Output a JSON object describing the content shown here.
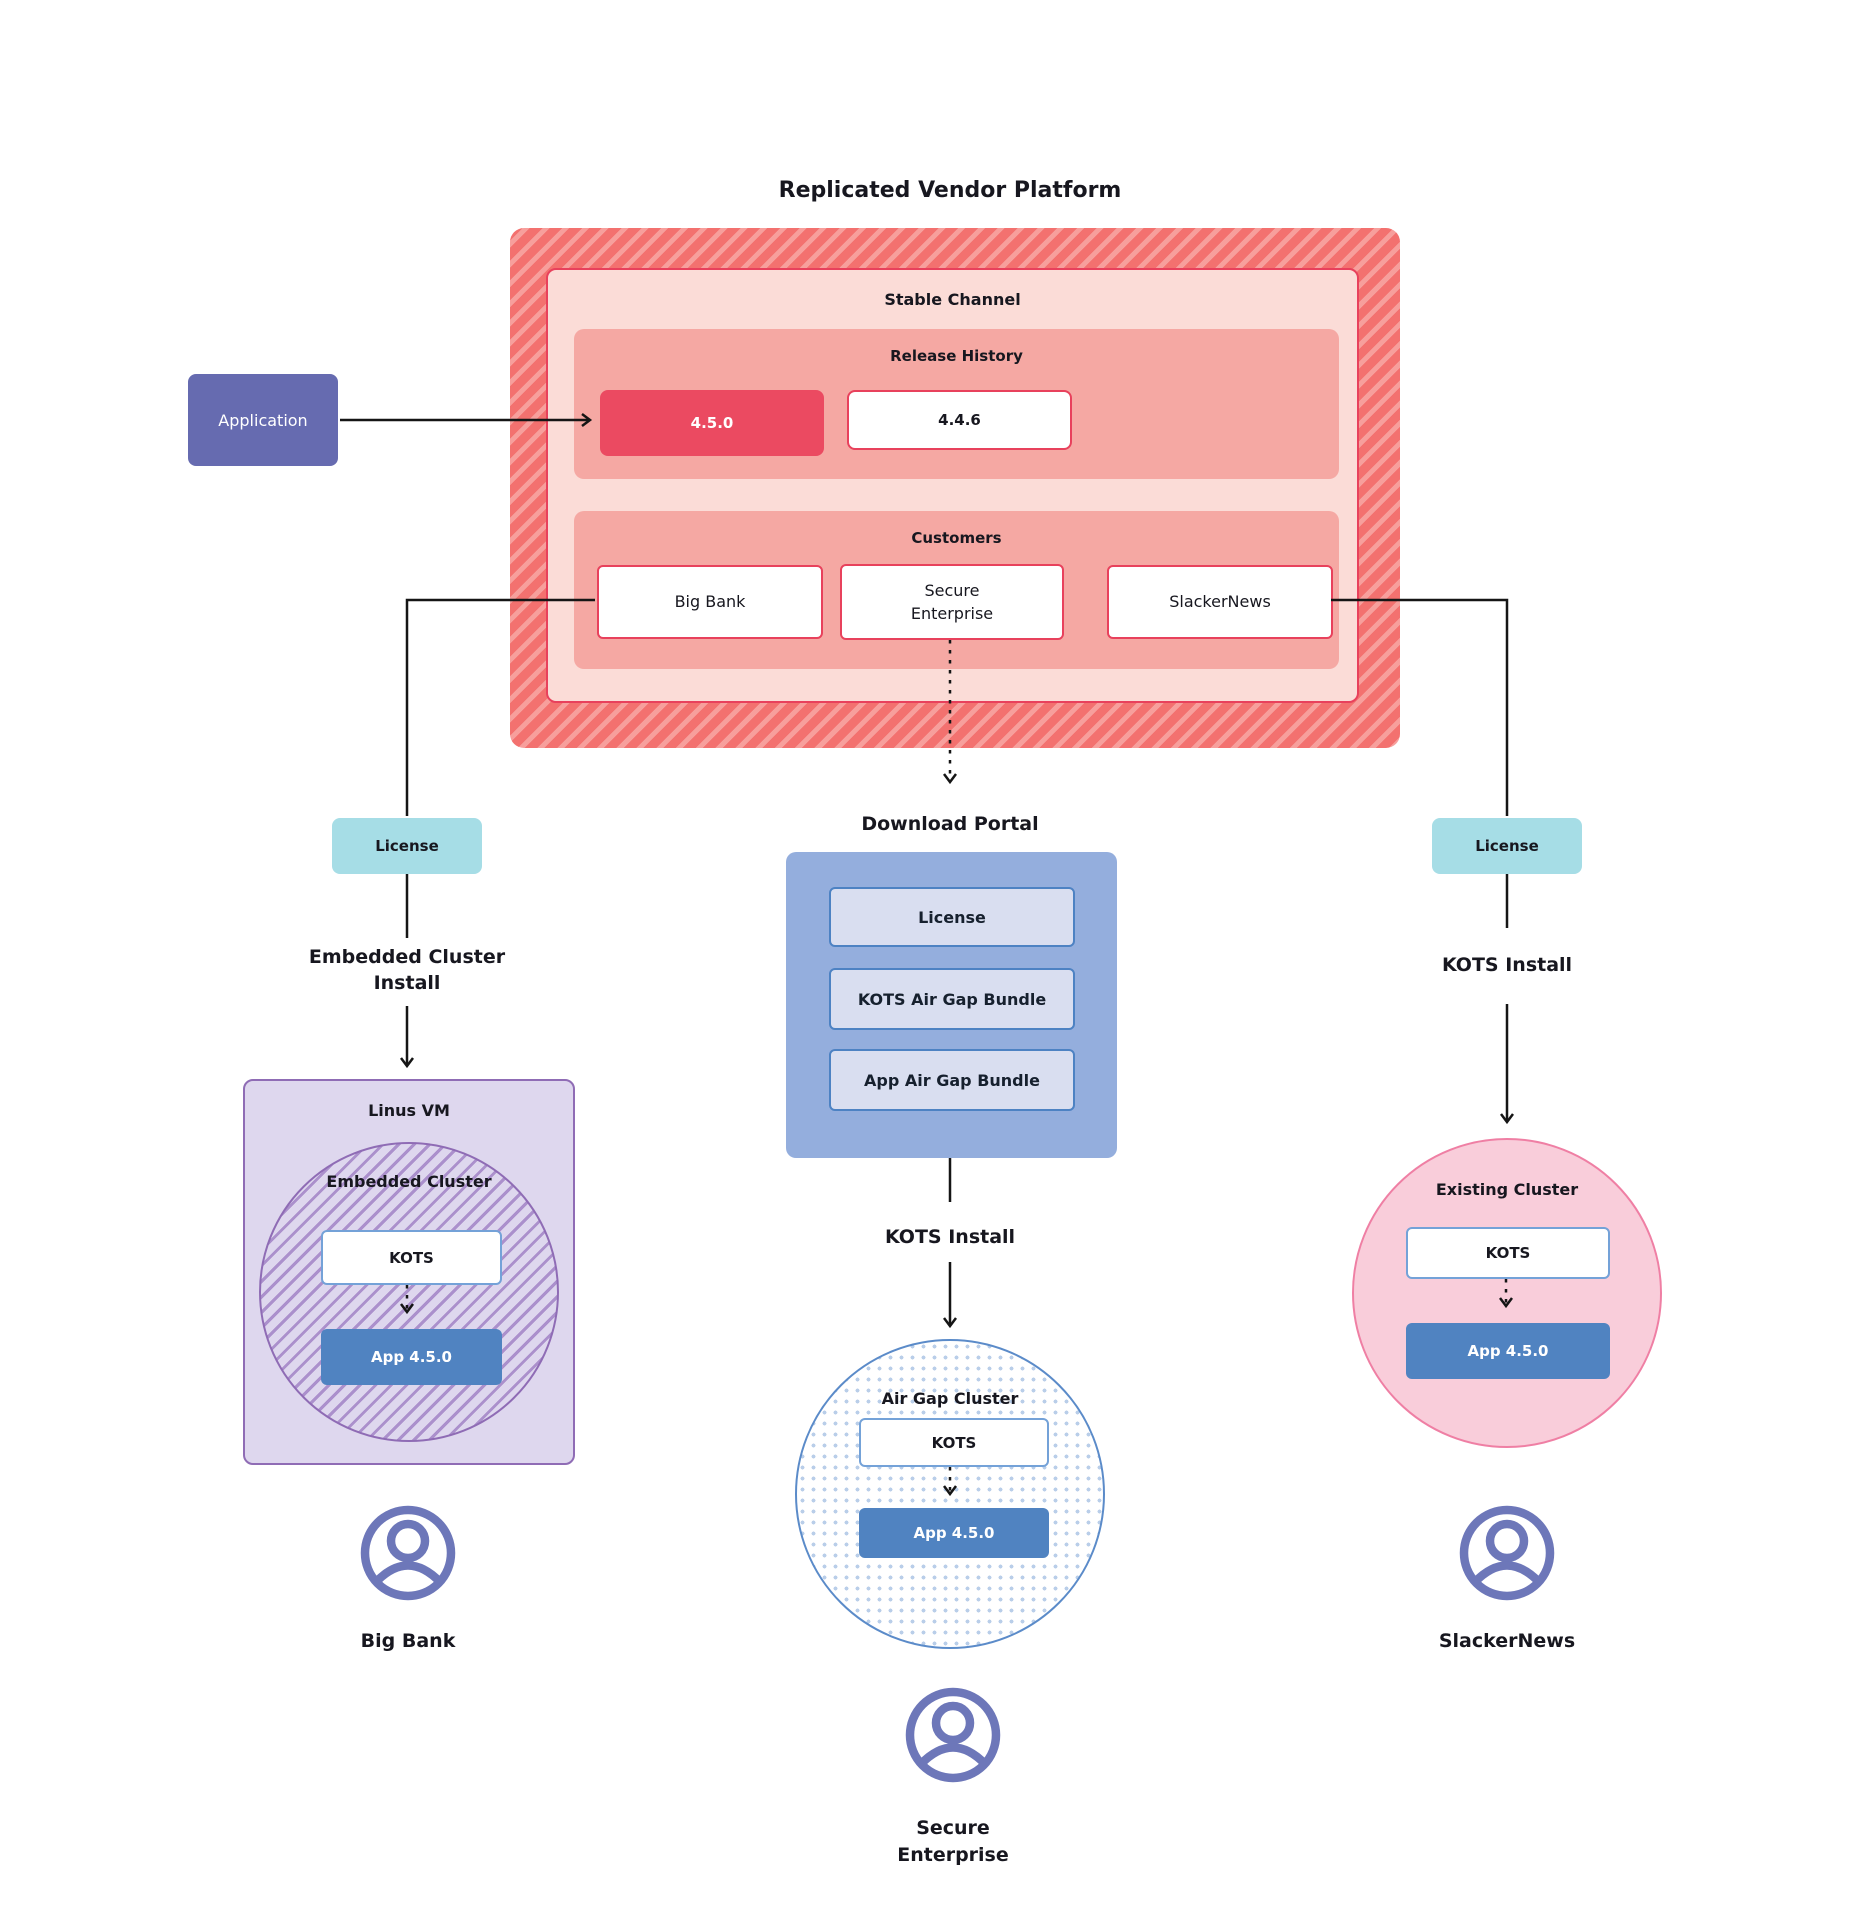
{
  "title": "Replicated Vendor Platform",
  "platform": {
    "stable_channel_label": "Stable Channel",
    "release_history": {
      "label": "Release History",
      "current_release": "4.5.0",
      "previous_release": "4.4.6"
    },
    "customers": {
      "label": "Customers",
      "big_bank": "Big Bank",
      "secure_enterprise": "Secure\nEnterprise",
      "slackernews": "SlackerNews"
    }
  },
  "application_label": "Application",
  "download_portal": {
    "title": "Download  Portal",
    "items": [
      "License",
      "KOTS Air Gap Bundle",
      "App Air Gap Bundle"
    ]
  },
  "left_branch": {
    "license_label": "License",
    "install_label": "Embedded Cluster\nInstall",
    "vm_label": "Linus VM",
    "cluster_label": "Embedded Cluster",
    "kots_label": "KOTS",
    "app_label": "App 4.5.0",
    "customer_name": "Big Bank"
  },
  "middle_branch": {
    "install_label": "KOTS Install",
    "cluster_label": "Air Gap Cluster",
    "kots_label": "KOTS",
    "app_label": "App 4.5.0",
    "customer_name": "Secure\nEnterprise"
  },
  "right_branch": {
    "license_label": "License",
    "install_label": "KOTS Install",
    "cluster_label": "Existing Cluster",
    "kots_label": "KOTS",
    "app_label": "App 4.5.0",
    "customer_name": "SlackerNews"
  },
  "colors": {
    "hatch_red": "#f3716f",
    "hatch_red_stripe": "#f79f9c",
    "channel_border_red": "#e8415c",
    "channel_fill_pink": "#fbdcd7",
    "section_fill_salmon": "#f5a8a3",
    "release_highlight_red": "#eb4a61",
    "application_purple": "#666bb0",
    "license_teal": "#a6dde6",
    "portal_blue": "#94aedd",
    "portal_item_fill": "#d9def0",
    "portal_item_border": "#4d82c3",
    "app_box_blue": "#5083c1",
    "kots_border_blue": "#74a2d8",
    "vm_lavender_fill": "#ded7ee",
    "vm_purple_border": "#8f6cb5",
    "vm_stripe_purple": "#ab90cc",
    "airgap_border_blue": "#5b8bc9",
    "airgap_dot_blue": "#b9cee9",
    "existing_pink_fill": "#f9cdda",
    "existing_pink_border": "#ef7fa4",
    "user_icon_purple": "#6d77b9",
    "connector_black": "#151515"
  }
}
